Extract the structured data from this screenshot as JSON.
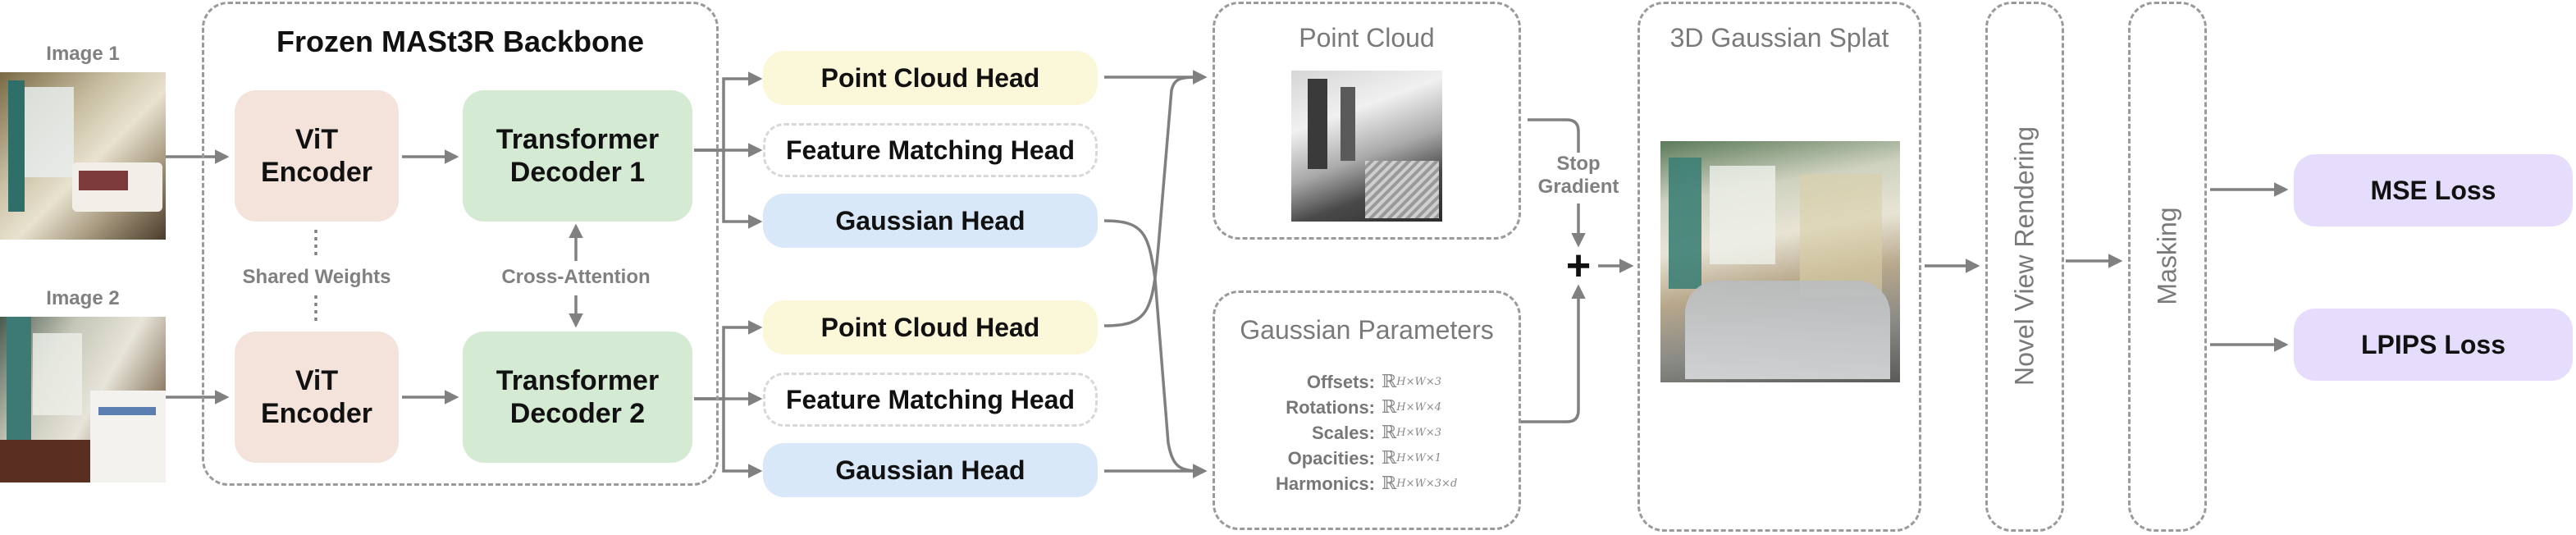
{
  "inputs": {
    "image1_label": "Image 1",
    "image2_label": "Image 2"
  },
  "backbone": {
    "title": "Frozen MASt3R Backbone",
    "vit_encoder": "ViT\nEncoder",
    "decoder1": "Transformer\nDecoder 1",
    "decoder2": "Transformer\nDecoder 2",
    "shared_weights": "Shared Weights",
    "cross_attention": "Cross-Attention"
  },
  "heads": {
    "point_cloud": "Point Cloud Head",
    "feature_matching": "Feature Matching Head",
    "gaussian": "Gaussian Head"
  },
  "point_cloud_panel": {
    "title": "Point Cloud"
  },
  "gaussian_params": {
    "title": "Gaussian Parameters",
    "rows": [
      {
        "label": "Offsets:",
        "value": "ℝ",
        "sup": "H×W×3"
      },
      {
        "label": "Rotations:",
        "value": "ℝ",
        "sup": "H×W×4"
      },
      {
        "label": "Scales:",
        "value": "ℝ",
        "sup": "H×W×3"
      },
      {
        "label": "Opacities:",
        "value": "ℝ",
        "sup": "H×W×1"
      },
      {
        "label": "Harmonics:",
        "value": "ℝ",
        "sup": "H×W×3×d"
      }
    ]
  },
  "stop_gradient": "Stop\nGradient",
  "plus_symbol": "+",
  "splat_panel": {
    "title": "3D Gaussian Splat"
  },
  "novel_view_rendering": "Novel View Rendering",
  "masking": "Masking",
  "losses": {
    "mse": "MSE Loss",
    "lpips": "LPIPS Loss"
  },
  "colors": {
    "encoder": "#f3e3da",
    "decoder": "#d5ead3",
    "point_cloud_head": "#fbf7d9",
    "gaussian_head": "#d9e8f8",
    "loss": "#e6dcfb",
    "arrow": "#808080"
  }
}
